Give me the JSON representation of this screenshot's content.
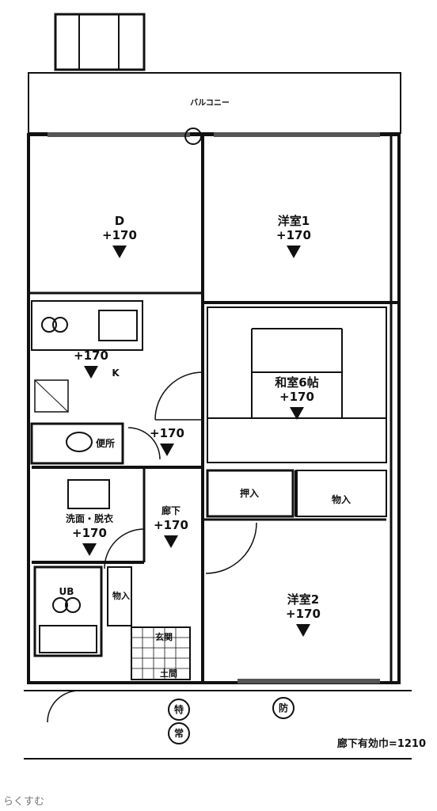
{
  "rooms": {
    "dining": {
      "name": "D",
      "level": "+170"
    },
    "western1": {
      "name": "洋室1",
      "level": "+170"
    },
    "kitchen": {
      "name": "K",
      "level": "+170"
    },
    "japanese": {
      "name": "和室6帖",
      "level": "+170"
    },
    "toilet": {
      "name": "便所",
      "level": "+170"
    },
    "washroom": {
      "name": "洗面・脱衣",
      "level": "+170"
    },
    "hallway": {
      "name": "廊下",
      "level": "+170"
    },
    "western2": {
      "name": "洋室2",
      "level": "+170"
    },
    "closet_oshiire": {
      "name": "押入"
    },
    "closet_monoire": {
      "name": "物入"
    },
    "closet_small": {
      "name": "物入"
    },
    "bath": {
      "name": "UB"
    },
    "entrance": {
      "name": "玄関"
    },
    "entrance_level": {
      "name": "土間"
    },
    "balcony": {
      "name": "バルコニー"
    }
  },
  "symbols": {
    "special": "特",
    "emergency": "常",
    "fire": "防"
  },
  "corridor_note": "廊下有効巾=1210",
  "footer": "らくすむ"
}
